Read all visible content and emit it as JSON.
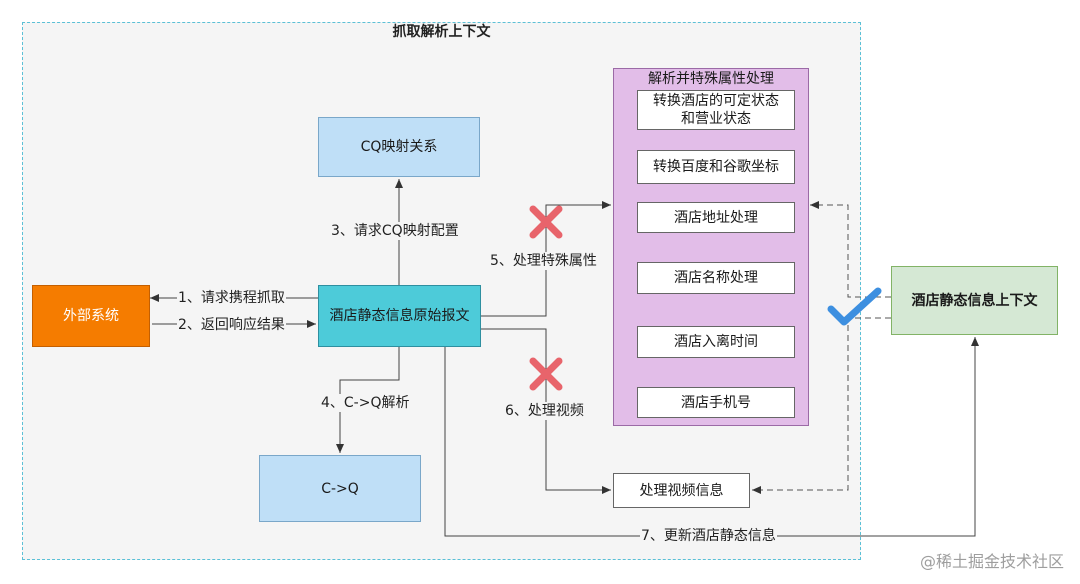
{
  "frame": {
    "title": "抓取解析上下文"
  },
  "nodes": {
    "cq_mapping": "CQ映射关系",
    "external": "外部系统",
    "raw_message": "酒店静态信息原始报文",
    "cq_result": "C->Q",
    "video_info": "处理视频信息",
    "context": "酒店静态信息上下文"
  },
  "panel": {
    "title": "解析并特殊属性处理",
    "steps": [
      "转换酒店的可定状态和营业状态",
      "转换百度和谷歌坐标",
      "酒店地址处理",
      "酒店名称处理",
      "酒店入离时间",
      "酒店手机号"
    ]
  },
  "edges": {
    "e1": "1、请求携程抓取",
    "e2": "2、返回响应结果",
    "e3": "3、请求CQ映射配置",
    "e4": "4、C->Q解析",
    "e5": "5、处理特殊属性",
    "e6": "6、处理视频",
    "e7": "7、更新酒店静态信息"
  },
  "watermark": "@稀土掘金技术社区",
  "colors": {
    "frame_border": "#5bc0d6",
    "blue_box": "#bfdff7",
    "cyan_box": "#4dcbd9",
    "orange_box": "#f57c00",
    "green_box": "#d5e8d4",
    "purple_panel": "#e2bde8",
    "cross_mark": "#e8646b",
    "check_mark": "#3d8fe0"
  }
}
